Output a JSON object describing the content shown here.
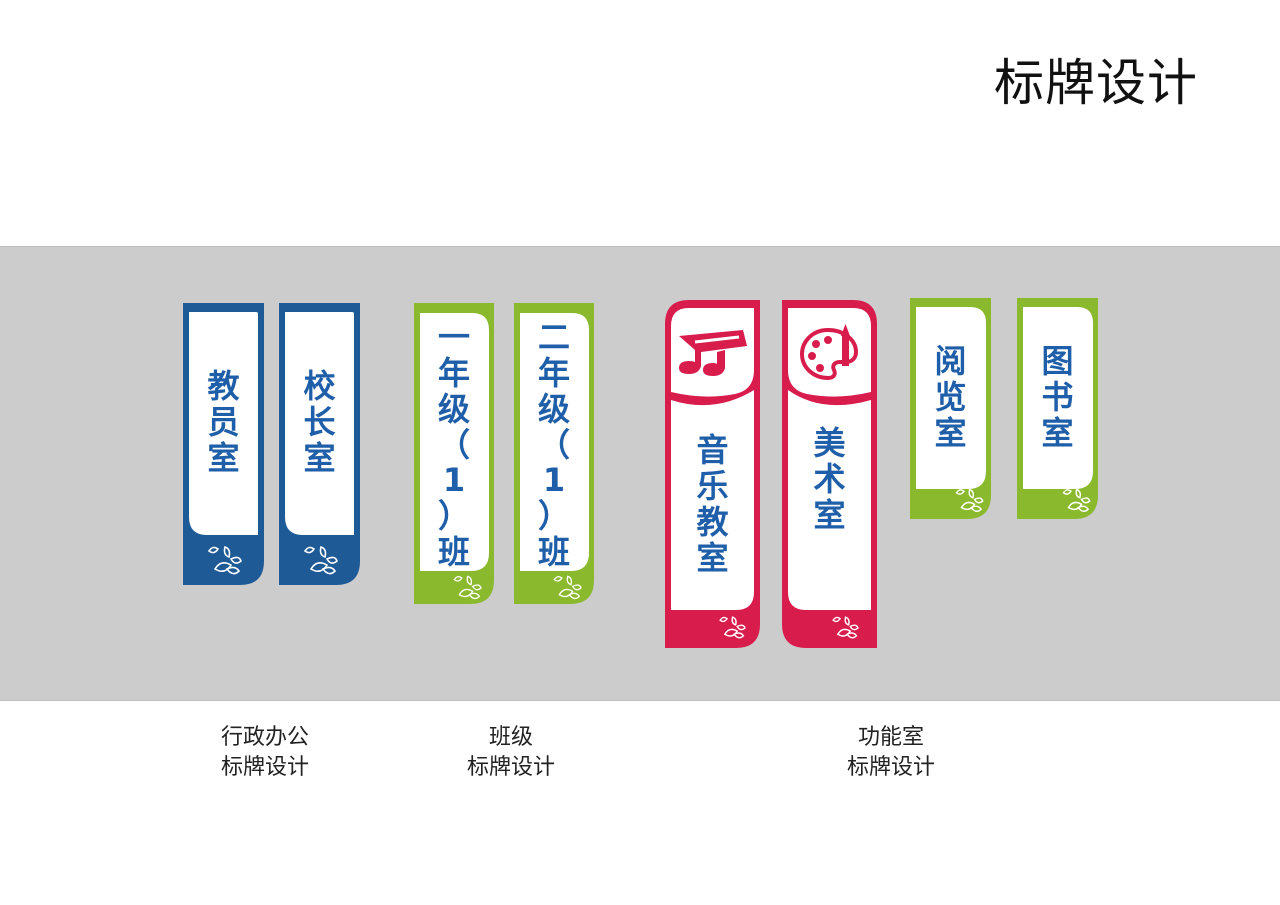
{
  "title": "标牌设计",
  "colors": {
    "admin_blue": "#1e5a96",
    "class_green": "#8ab92e",
    "function_red": "#d81c4c",
    "text_blue": "#1f5ea8",
    "band_gray": "#cccccc"
  },
  "groups": [
    {
      "caption_line1": "行政办公",
      "caption_line2": "标牌设计",
      "signs": [
        {
          "text": "教员室"
        },
        {
          "text": "校长室"
        }
      ]
    },
    {
      "caption_line1": "班级",
      "caption_line2": "标牌设计",
      "signs": [
        {
          "text": "一年级（1）班"
        },
        {
          "text": "二年级（1）班"
        }
      ]
    },
    {
      "caption_line1": "功能室",
      "caption_line2": "标牌设计",
      "signs": [
        {
          "text": "音乐教室",
          "icon": "music-note-icon"
        },
        {
          "text": "美术室",
          "icon": "palette-icon"
        },
        {
          "text": "阅览室"
        },
        {
          "text": "图书室"
        }
      ]
    }
  ]
}
